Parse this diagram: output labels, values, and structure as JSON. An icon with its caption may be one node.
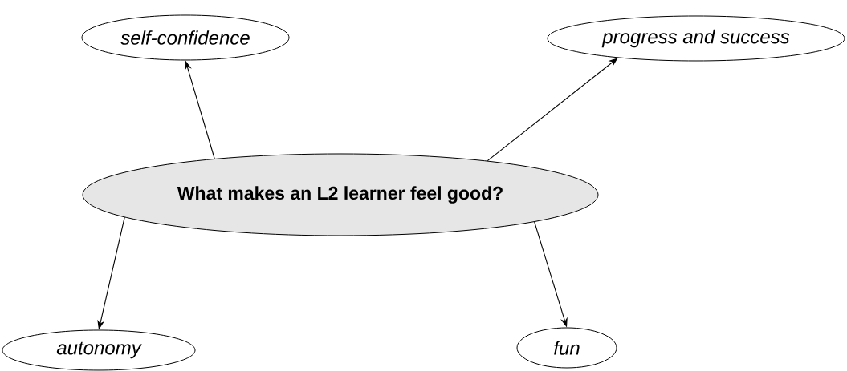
{
  "diagram": {
    "nodes": [
      {
        "text": [
          "What makes an L2 learner feel good?"
        ]
      },
      {
        "text": [
          "self-confidence"
        ]
      },
      {
        "text": [
          "progress and success"
        ]
      },
      {
        "text": [
          "autonomy"
        ]
      },
      {
        "text": [
          "fun"
        ]
      }
    ],
    "edges": [
      {
        "from": 0,
        "to": 1,
        "arrow": "to"
      },
      {
        "from": 0,
        "to": 2,
        "arrow": "to"
      },
      {
        "from": 0,
        "to": 3,
        "arrow": "to"
      },
      {
        "from": 0,
        "to": 4,
        "arrow": "to"
      }
    ]
  }
}
